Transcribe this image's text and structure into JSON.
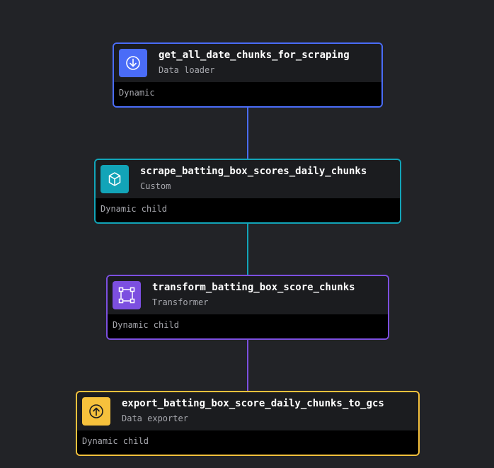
{
  "pipeline": {
    "blocks": [
      {
        "title": "get_all_date_chunks_for_scraping",
        "type": "Data loader",
        "status": "Dynamic",
        "icon": "download-arrow-icon",
        "color": "#4a6cf7"
      },
      {
        "title": "scrape_batting_box_scores_daily_chunks",
        "type": "Custom",
        "status": "Dynamic child",
        "icon": "cube-icon",
        "color": "#12a4b8"
      },
      {
        "title": "transform_batting_box_score_chunks",
        "type": "Transformer",
        "status": "Dynamic child",
        "icon": "transform-square-icon",
        "color": "#7c4fe0"
      },
      {
        "title": "export_batting_box_score_daily_chunks_to_gcs",
        "type": "Data exporter",
        "status": "Dynamic child",
        "icon": "upload-arrow-icon",
        "color": "#f6c13c"
      }
    ]
  }
}
